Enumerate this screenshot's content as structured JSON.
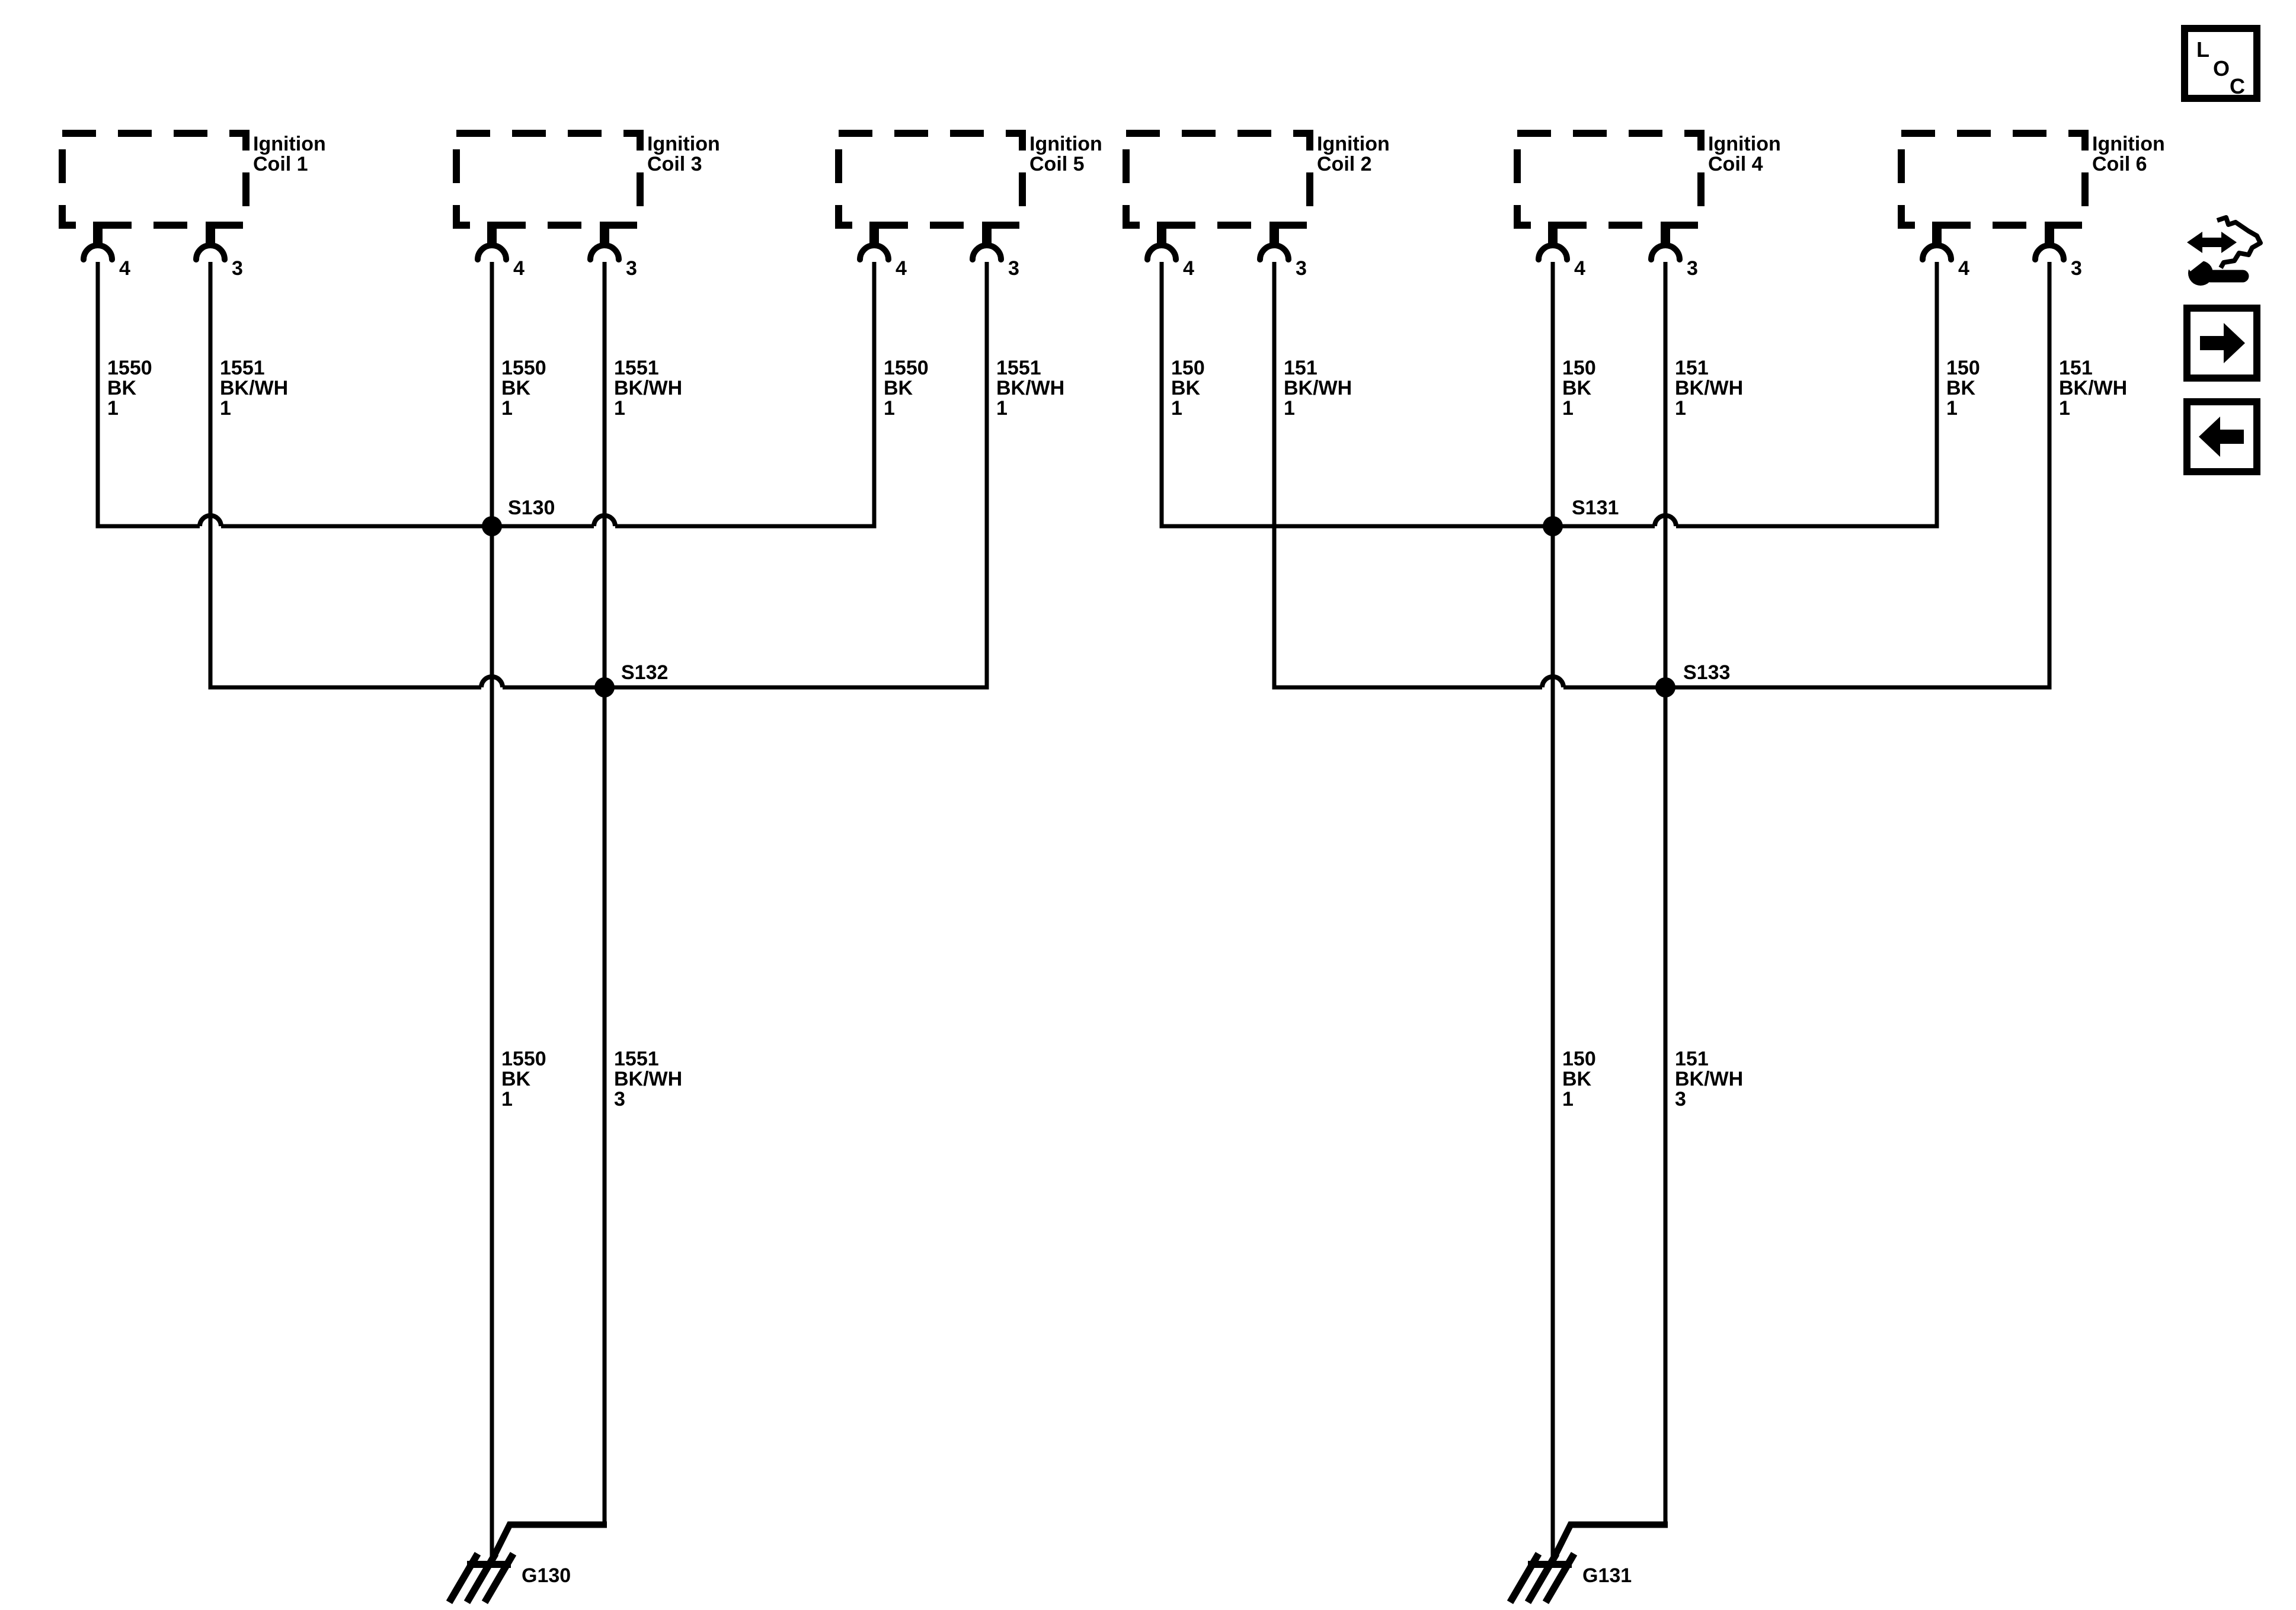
{
  "page": {
    "paper_color": "#ffffff",
    "ink_color": "#000000"
  },
  "loc_box": {
    "letters": [
      "L",
      "O",
      "C"
    ]
  },
  "coils": [
    {
      "name_line1": "Ignition",
      "name_line2": "Coil 1",
      "pin_left": "4",
      "pin_right": "3",
      "wire_left": {
        "circuit": "1550",
        "color": "BK",
        "gauge": "1"
      },
      "wire_right": {
        "circuit": "1551",
        "color": "BK/WH",
        "gauge": "1"
      }
    },
    {
      "name_line1": "Ignition",
      "name_line2": "Coil 3",
      "pin_left": "4",
      "pin_right": "3",
      "wire_left": {
        "circuit": "1550",
        "color": "BK",
        "gauge": "1"
      },
      "wire_right": {
        "circuit": "1551",
        "color": "BK/WH",
        "gauge": "1"
      }
    },
    {
      "name_line1": "Ignition",
      "name_line2": "Coil 5",
      "pin_left": "4",
      "pin_right": "3",
      "wire_left": {
        "circuit": "1550",
        "color": "BK",
        "gauge": "1"
      },
      "wire_right": {
        "circuit": "1551",
        "color": "BK/WH",
        "gauge": "1"
      }
    },
    {
      "name_line1": "Ignition",
      "name_line2": "Coil 2",
      "pin_left": "4",
      "pin_right": "3",
      "wire_left": {
        "circuit": "150",
        "color": "BK",
        "gauge": "1"
      },
      "wire_right": {
        "circuit": "151",
        "color": "BK/WH",
        "gauge": "1"
      }
    },
    {
      "name_line1": "Ignition",
      "name_line2": "Coil 4",
      "pin_left": "4",
      "pin_right": "3",
      "wire_left": {
        "circuit": "150",
        "color": "BK",
        "gauge": "1"
      },
      "wire_right": {
        "circuit": "151",
        "color": "BK/WH",
        "gauge": "1"
      }
    },
    {
      "name_line1": "Ignition",
      "name_line2": "Coil 6",
      "pin_left": "4",
      "pin_right": "3",
      "wire_left": {
        "circuit": "150",
        "color": "BK",
        "gauge": "1"
      },
      "wire_right": {
        "circuit": "151",
        "color": "BK/WH",
        "gauge": "1"
      }
    }
  ],
  "splices": [
    {
      "id": "S130"
    },
    {
      "id": "S132"
    },
    {
      "id": "S131"
    },
    {
      "id": "S133"
    }
  ],
  "grounds": [
    {
      "id": "G130"
    },
    {
      "id": "G131"
    }
  ],
  "trunks": [
    {
      "circuit": "1550",
      "color": "BK",
      "gauge": "1"
    },
    {
      "circuit": "1551",
      "color": "BK/WH",
      "gauge": "3"
    },
    {
      "circuit": "150",
      "color": "BK",
      "gauge": "1"
    },
    {
      "circuit": "151",
      "color": "BK/WH",
      "gauge": "3"
    }
  ]
}
